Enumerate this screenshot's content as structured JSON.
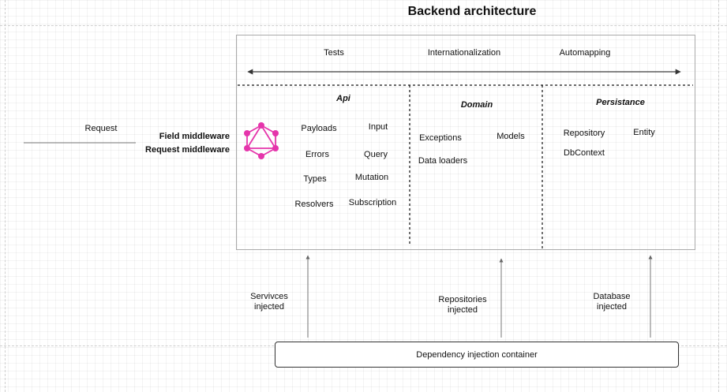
{
  "title": "Backend architecture",
  "request_label": "Request",
  "middleware": [
    "Field middleware",
    "Request middleware"
  ],
  "crosscutting": [
    "Tests",
    "Internationalization",
    "Automapping"
  ],
  "sections": {
    "api": {
      "title": "Api",
      "items": [
        "Payloads",
        "Input",
        "Errors",
        "Query",
        "Types",
        "Mutation",
        "Resolvers",
        "Subscription"
      ]
    },
    "domain": {
      "title": "Domain",
      "items": [
        "Exceptions",
        "Models",
        "Data loaders"
      ]
    },
    "persistance": {
      "title": "Persistance",
      "items": [
        "Repository",
        "Entity",
        "DbContext"
      ]
    }
  },
  "injections": {
    "services": [
      "Servivces",
      "injected"
    ],
    "repositories": [
      "Repositories",
      "injected"
    ],
    "database": [
      "Database",
      "injected"
    ]
  },
  "di_container": "Dependency injection container",
  "colors": {
    "graphql": "#e535ab",
    "line": "#333333"
  },
  "icons": {
    "graphql": "graphql-logo-icon"
  }
}
